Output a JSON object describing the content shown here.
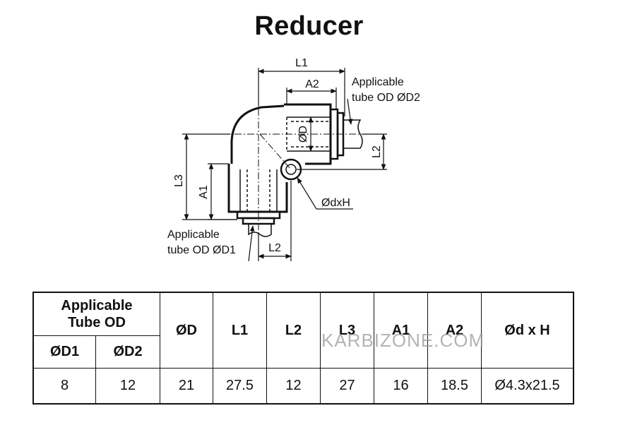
{
  "title": "Reducer",
  "drawing": {
    "dim_L1": "L1",
    "dim_A2": "A2",
    "dim_L2_right": "L2",
    "dim_L3": "L3",
    "dim_A1": "A1",
    "dim_L2_bottom": "L2",
    "dim_OD": "ØD",
    "label_hole": "ØdxH",
    "label_D2_line1": "Applicable",
    "label_D2_line2": "tube OD ØD2",
    "label_D1_line1": "Applicable",
    "label_D1_line2": "tube OD ØD1"
  },
  "table": {
    "group_header_line1": "Applicable",
    "group_header_line2": "Tube OD",
    "headers": [
      "ØD1",
      "ØD2",
      "ØD",
      "L1",
      "L2",
      "L3",
      "A1",
      "A2",
      "Ød x H"
    ],
    "rows": [
      [
        "8",
        "12",
        "21",
        "27.5",
        "12",
        "27",
        "16",
        "18.5",
        "Ø4.3x21.5"
      ]
    ]
  },
  "watermark": "KARBIZONE.COM"
}
